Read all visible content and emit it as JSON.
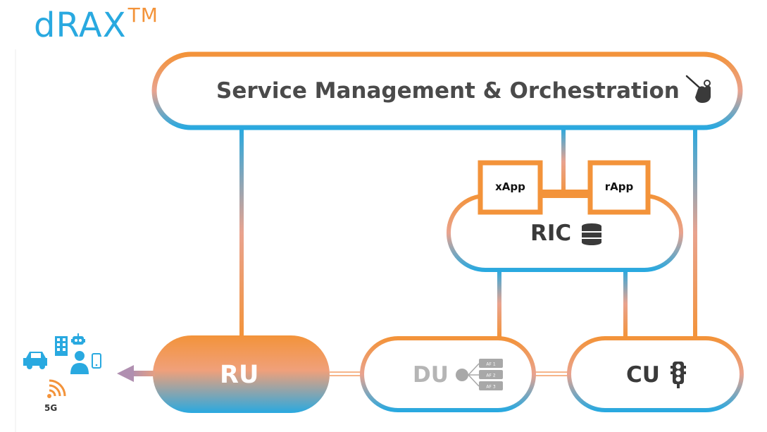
{
  "logo": {
    "text": "dRAX",
    "tm": "TM"
  },
  "nodes": {
    "smo": "Service Management & Orchestration",
    "ric": "RIC",
    "xapp": "xApp",
    "rapp": "rApp",
    "ru": "RU",
    "du": "DU",
    "cu": "CU"
  },
  "du_icon_labels": [
    "AF 1",
    "AF 2",
    "AF 3"
  ],
  "ue_label": "5G",
  "colors": {
    "orange": "#f3933a",
    "blue": "#29a9e0",
    "text": "#3a3a3a",
    "du_text": "#b5b5b5"
  }
}
